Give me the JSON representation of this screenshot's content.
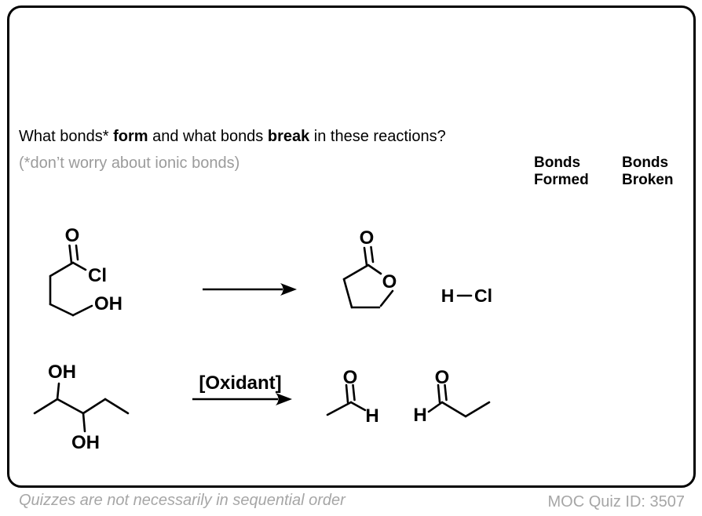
{
  "question": {
    "part1": "What bonds* ",
    "bold1": "form",
    "part2": " and what bonds ",
    "bold2": "break",
    "part3": " in these reactions?",
    "footnote": "(*don’t worry about ionic bonds)"
  },
  "answer_columns": {
    "formed": {
      "line1": "Bonds",
      "line2": "Formed"
    },
    "broken": {
      "line1": "Bonds",
      "line2": "Broken"
    }
  },
  "reaction1": {
    "reactant": {
      "carbonyl_o": "O",
      "chlorine": "Cl",
      "hydroxyl": "OH"
    },
    "product": {
      "carbonyl_o": "O",
      "ring_o": "O"
    },
    "byproduct": {
      "h": "H",
      "cl": "Cl"
    }
  },
  "reaction2": {
    "arrow_label": "[Oxidant]",
    "reactant": {
      "hydroxyl_top": "OH",
      "hydroxyl_bottom": "OH"
    },
    "product1": {
      "carbonyl_o": "O",
      "aldehyde_h": "H"
    },
    "product2": {
      "carbonyl_o": "O",
      "aldehyde_h": "H"
    }
  },
  "footer": {
    "note": "Quizzes are not necessarily in sequential order",
    "quiz_id": "MOC Quiz ID: 3507"
  },
  "colors": {
    "text": "#000000",
    "muted_gray": "#9b9b9b",
    "footer_gray": "#a6a6a6",
    "border": "#000000",
    "background": "#ffffff"
  }
}
